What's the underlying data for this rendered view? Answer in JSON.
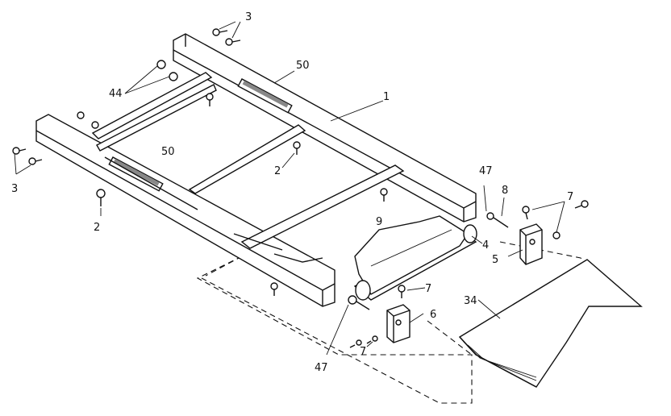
{
  "diagram": {
    "callouts": {
      "c1": "1",
      "c2a": "2",
      "c2b": "2",
      "c3a": "3",
      "c3b": "3",
      "c4": "4",
      "c5": "5",
      "c6": "6",
      "c7a": "7",
      "c7b": "7",
      "c7c": "7",
      "c8": "8",
      "c9": "9",
      "c34": "34",
      "c44": "44",
      "c47a": "47",
      "c47b": "47",
      "c50a": "50",
      "c50b": "50"
    }
  }
}
